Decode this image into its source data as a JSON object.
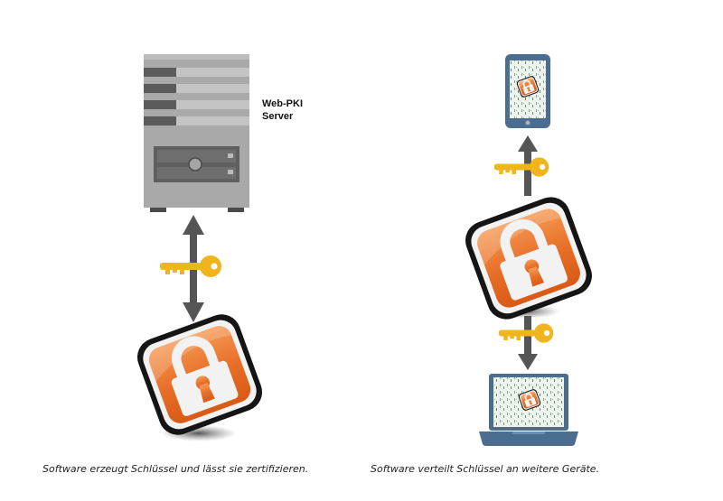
{
  "server": {
    "label_line1": "Web-PKI",
    "label_line2": "Server"
  },
  "captions": {
    "left": "Software erzeugt Schlüssel und lässt sie zertifizieren.",
    "right": "Software verteilt Schlüssel an weitere Geräte."
  },
  "colors": {
    "server_light": "#a7a7a7",
    "server_dark": "#5f5f5f",
    "arrow": "#555555",
    "key": "#f0b51c",
    "lock_orange": "#e8702a",
    "lock_border": "#1a1a1a",
    "device_blue": "#4b6d8f"
  },
  "icons": [
    "server-icon",
    "key-icon",
    "padlock-icon",
    "smartphone-icon",
    "laptop-icon",
    "arrow-icon"
  ]
}
